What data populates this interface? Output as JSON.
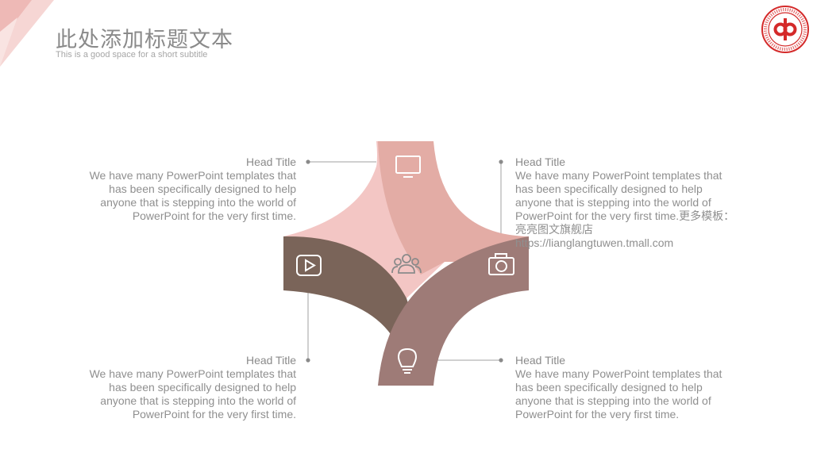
{
  "header": {
    "title": "此处添加标题文本",
    "subtitle": "This is a good space for a short subtitle"
  },
  "logo": {
    "name": "university-seal",
    "colors": {
      "red": "#d42a2a"
    }
  },
  "palette": {
    "petal_pink": "#f3c6c4",
    "petal_salmon": "#e3aca5",
    "petal_brown": "#7a6459",
    "petal_mauve": "#9e7b77",
    "connector": "#a0a0a0",
    "text": "#8f8f8f"
  },
  "icons": {
    "top": "monitor-icon",
    "left": "play-button-icon",
    "center": "group-icon",
    "right": "camera-icon",
    "bottom": "lightbulb-icon"
  },
  "blocks": {
    "top_left": {
      "head": "Head Title",
      "lines": [
        "We have many PowerPoint templates that",
        "has been specifically designed to help",
        "anyone that is stepping into the world of",
        "PowerPoint for the very first time."
      ]
    },
    "top_right": {
      "head": "Head Title",
      "lines": [
        "We have many PowerPoint templates that",
        "has been specifically designed to help",
        "anyone that is stepping into the world of",
        "PowerPoint for the very first time.更多模板：",
        "亮亮图文旗舰店",
        "https://lianglangtuwen.tmall.com"
      ]
    },
    "bottom_left": {
      "head": "Head Title",
      "lines": [
        "We have many PowerPoint templates that",
        "has been specifically designed to help",
        "anyone that is stepping into the world of",
        "PowerPoint for the very first time."
      ]
    },
    "bottom_right": {
      "head": "Head Title",
      "lines": [
        "We have many PowerPoint templates that",
        "has been specifically designed to help",
        "anyone that is stepping into the world of",
        "PowerPoint for the very first time."
      ]
    }
  }
}
